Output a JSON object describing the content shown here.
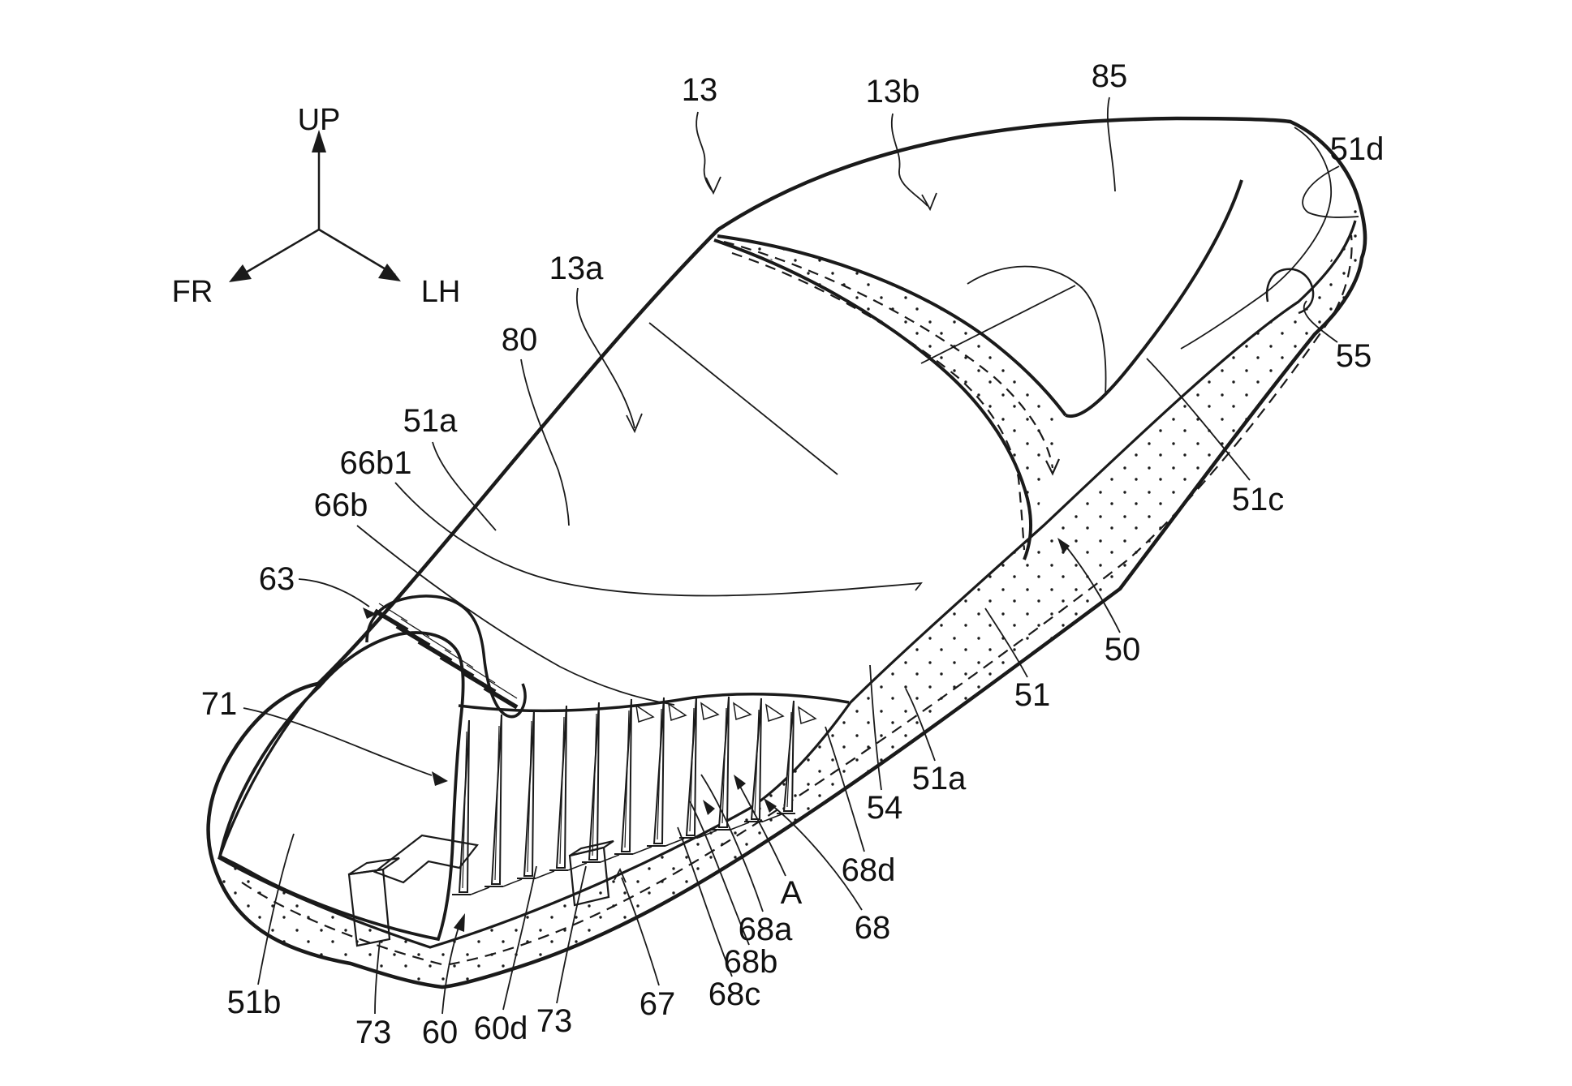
{
  "figure": {
    "kind": "patent line drawing",
    "subject": "motorcycle seat cutaway perspective view",
    "background": "#ffffff",
    "ink_color": "#1a1a1a"
  },
  "axis": {
    "up": "UP",
    "front": "FR",
    "left": "LH"
  },
  "labels": [
    {
      "ref": "13"
    },
    {
      "ref": "13b"
    },
    {
      "ref": "85"
    },
    {
      "ref": "51d"
    },
    {
      "ref": "13a"
    },
    {
      "ref": "80"
    },
    {
      "ref": "51a"
    },
    {
      "ref": "66b1"
    },
    {
      "ref": "66b"
    },
    {
      "ref": "63"
    },
    {
      "ref": "71"
    },
    {
      "ref": "51b"
    },
    {
      "ref": "73"
    },
    {
      "ref": "60"
    },
    {
      "ref": "60d"
    },
    {
      "ref": "73"
    },
    {
      "ref": "67"
    },
    {
      "ref": "68c"
    },
    {
      "ref": "68b"
    },
    {
      "ref": "68a"
    },
    {
      "ref": "A"
    },
    {
      "ref": "68"
    },
    {
      "ref": "68d"
    },
    {
      "ref": "54"
    },
    {
      "ref": "51a"
    },
    {
      "ref": "51"
    },
    {
      "ref": "50"
    },
    {
      "ref": "55"
    },
    {
      "ref": "51c"
    }
  ]
}
